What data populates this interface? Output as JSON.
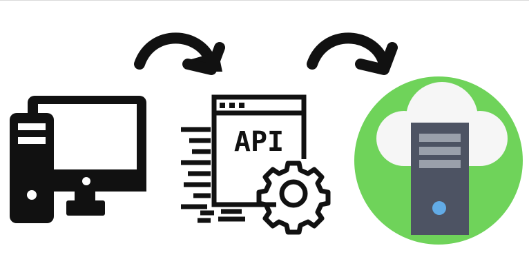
{
  "nodes": [
    {
      "id": "computer",
      "icon": "desktop-computer-icon"
    },
    {
      "id": "api",
      "icon": "api-gear-icon",
      "label": "API"
    },
    {
      "id": "cloud-server",
      "icon": "cloud-server-icon"
    }
  ],
  "edges": [
    {
      "from": "computer",
      "to": "api",
      "icon": "curved-arrow-icon"
    },
    {
      "from": "api",
      "to": "cloud-server",
      "icon": "curved-arrow-icon"
    }
  ],
  "colors": {
    "ink": "#111111",
    "cloud_circle": "#6fd35a",
    "cloud": "#f6f6f6",
    "server_body": "#4d5363",
    "server_slot": "#9aa0ab",
    "server_led": "#62abe6"
  }
}
